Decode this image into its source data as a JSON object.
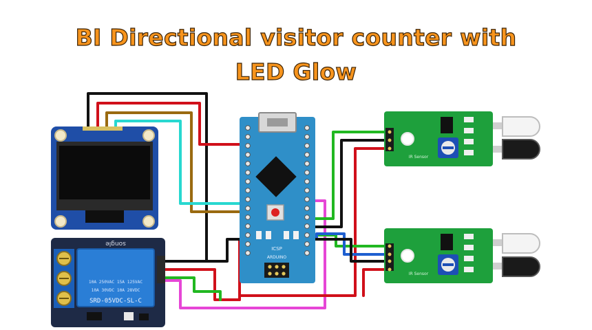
{
  "title": {
    "line1": "BI Directional visitor counter with",
    "line2": "LED Glow"
  },
  "relay": {
    "brand": "songle",
    "rating1": "10A 250VAC 15A 125VAC",
    "rating2": "10A 30VDC 10A 28VDC",
    "model": "SRD-05VDC-SL-C"
  },
  "arduino": {
    "ic_label": "ICSP",
    "board_label": "ARDUINO"
  },
  "sensors": {
    "s1_label": "IR Sensor",
    "s2_label": "IR Sensor"
  },
  "colors": {
    "title_fill": "#f7941d",
    "title_outline": "#3a2206",
    "arduino_board": "#2f8fc8",
    "sensor_board": "#1ea03c",
    "relay_board": "#1e2a46",
    "relay_body": "#2a7ed6",
    "oled_board": "#1f4ea7",
    "wire_black": "#111111",
    "wire_red": "#d0101a",
    "wire_brown": "#9a6a10",
    "wire_cyan": "#28d8d0",
    "wire_magenta": "#e646d6",
    "wire_green": "#21b821",
    "wire_blue": "#1e5fd0",
    "wire_yellow": "#f0d000"
  }
}
